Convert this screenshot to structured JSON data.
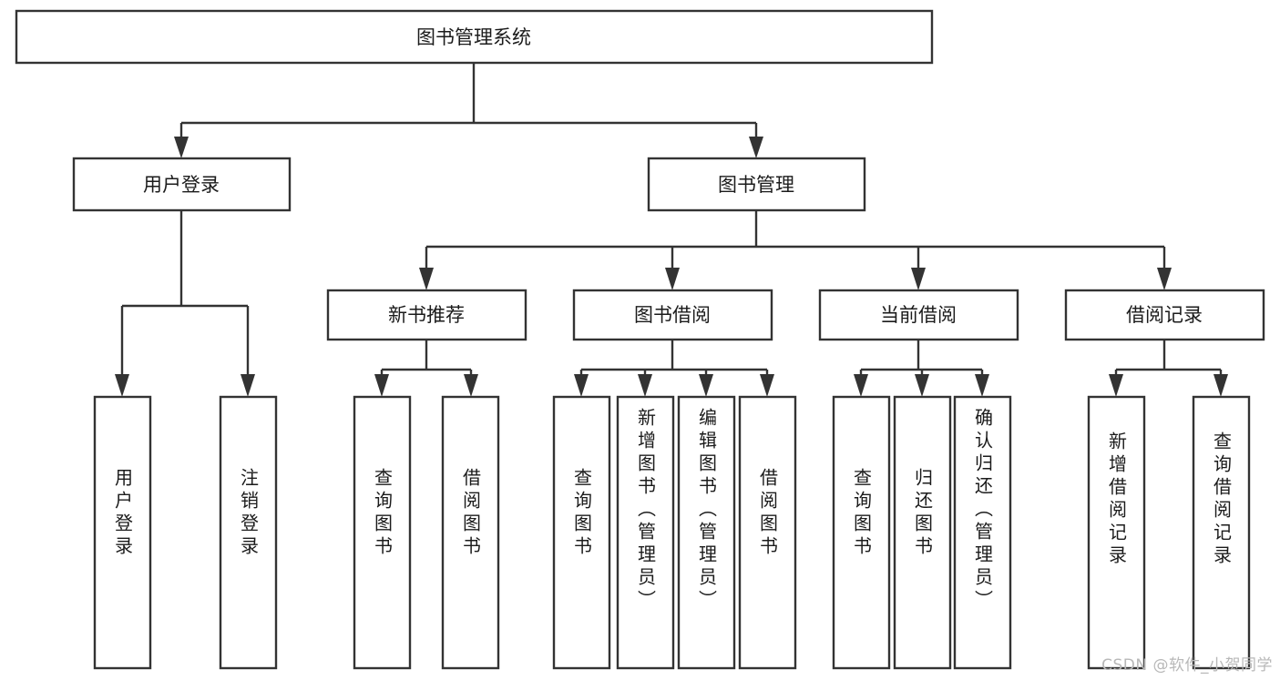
{
  "diagram": {
    "type": "tree",
    "title": "图书管理系统",
    "watermark": "CSDN @软件_小贺同学",
    "colors": {
      "box_stroke": "#333333",
      "box_fill": "#ffffff",
      "text": "#1b1b1b",
      "background": "#ffffff",
      "watermark": "#b8b8b8"
    },
    "nodes": {
      "root": {
        "label": "图书管理系统"
      },
      "level2": [
        {
          "label": "用户登录"
        },
        {
          "label": "图书管理"
        }
      ],
      "level3": [
        {
          "label": "新书推荐"
        },
        {
          "label": "图书借阅"
        },
        {
          "label": "当前借阅"
        },
        {
          "label": "借阅记录"
        }
      ],
      "leaves": {
        "user_login": [
          {
            "label": "用户登录"
          },
          {
            "label": "注销登录"
          }
        ],
        "new_book_recommend": [
          {
            "label": "查询图书"
          },
          {
            "label": "借阅图书"
          }
        ],
        "book_borrow": [
          {
            "label": "查询图书"
          },
          {
            "label": "新增图书（管理员）"
          },
          {
            "label": "编辑图书（管理员）"
          },
          {
            "label": "借阅图书"
          }
        ],
        "current_borrow": [
          {
            "label": "查询图书"
          },
          {
            "label": "归还图书"
          },
          {
            "label": "确认归还（管理员）"
          }
        ],
        "borrow_record": [
          {
            "label": "新增借阅记录"
          },
          {
            "label": "查询借阅记录"
          }
        ]
      }
    }
  }
}
